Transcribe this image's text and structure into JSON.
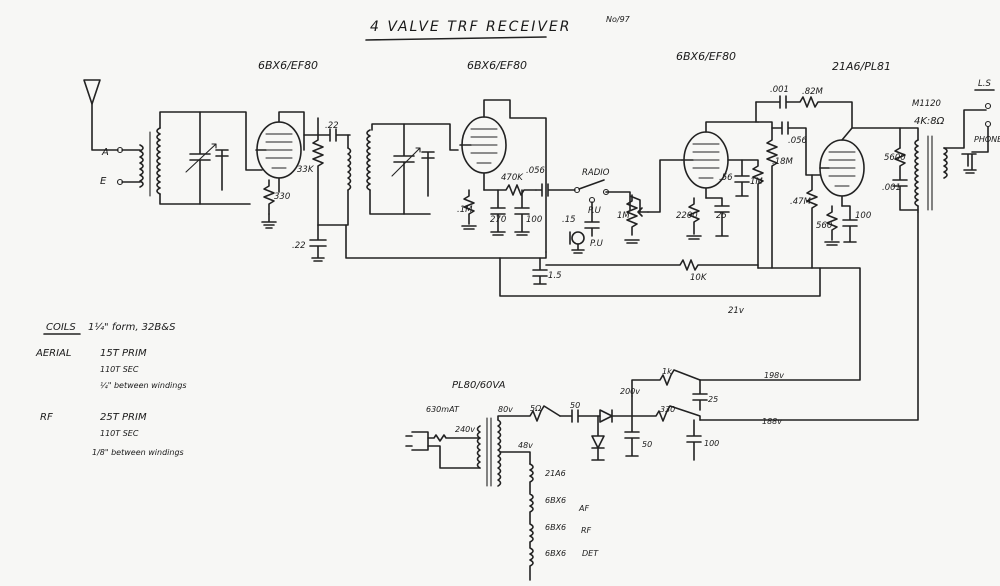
{
  "title": "4 VALVE TRF RECEIVER",
  "sheet_number": "No/97",
  "tubes": {
    "v1": "6BX6/EF80",
    "v2": "6BX6/EF80",
    "v3": "6BX6/EF80",
    "v4": "21A6/PL81"
  },
  "antenna": {
    "a_label": "A",
    "e_label": "E"
  },
  "components": {
    "c_v1_plate": ".22",
    "r_v1_screen": "33K",
    "r_v1_cathode": "330",
    "c_v1_screen": ".22",
    "r_v2_grid": ".1M",
    "r_v2_plate": "470K",
    "c_v2_cathode": "270",
    "c_v2_coupling": ".056",
    "c_v2_bypass": "100",
    "switch_label": "RADIO",
    "pu_label": "P.U",
    "pu_socket_label": "P.U",
    "c_pu": ".15",
    "vol_pot": "1M",
    "c_decouple": "1.5",
    "r_decouple": "10K",
    "c_fb_top": ".001",
    "r_fb_top": ".82M",
    "c_v3_v4": ".056",
    "c_v3_cath": ".56",
    "r_v3_grid": "1M",
    "r_v3_plate": ".18M",
    "r_v3_cathode": "2200",
    "c_v3_cathode": "25",
    "r_v4_grid": ".47M",
    "r_v4_cathode": "560",
    "c_v4_cathode": "100",
    "r_output_tone": "5600",
    "c_output_tone": ".001",
    "transformer": "M1120",
    "transformer_ratio": "4K:8Ω",
    "speaker_label": "L.S",
    "phones_label": "PHONES",
    "hv_line": "21v"
  },
  "power_supply": {
    "transformer": "PL80/60VA",
    "fuse": "630mAT",
    "mains": "240v",
    "sec_hv": "80v",
    "r_series": "5Ω",
    "c_series": "50",
    "dc_out": "200v",
    "c_filter1": "50",
    "r_filter_top": "1k",
    "v_top": "198v",
    "c_filter_top": "25",
    "r_filter_mid": "330",
    "v_mid": "188v",
    "c_filter_mid": "100",
    "heater_v": "48v",
    "heaters": [
      "21A6",
      "6BX6",
      "6BX6",
      "6BX6"
    ],
    "heater_roles": [
      "",
      "AF",
      "RF",
      "DET"
    ]
  },
  "coils": {
    "heading": "COILS",
    "form": "1¼\" form, 32B&S",
    "aerial_label": "AERIAL",
    "aerial_prim": "15T PRIM",
    "aerial_sec": "110T SEC",
    "aerial_gap": "¼\" between windings",
    "rf_label": "RF",
    "rf_prim": "25T PRIM",
    "rf_sec": "110T SEC",
    "rf_gap": "1/8\" between windings"
  }
}
